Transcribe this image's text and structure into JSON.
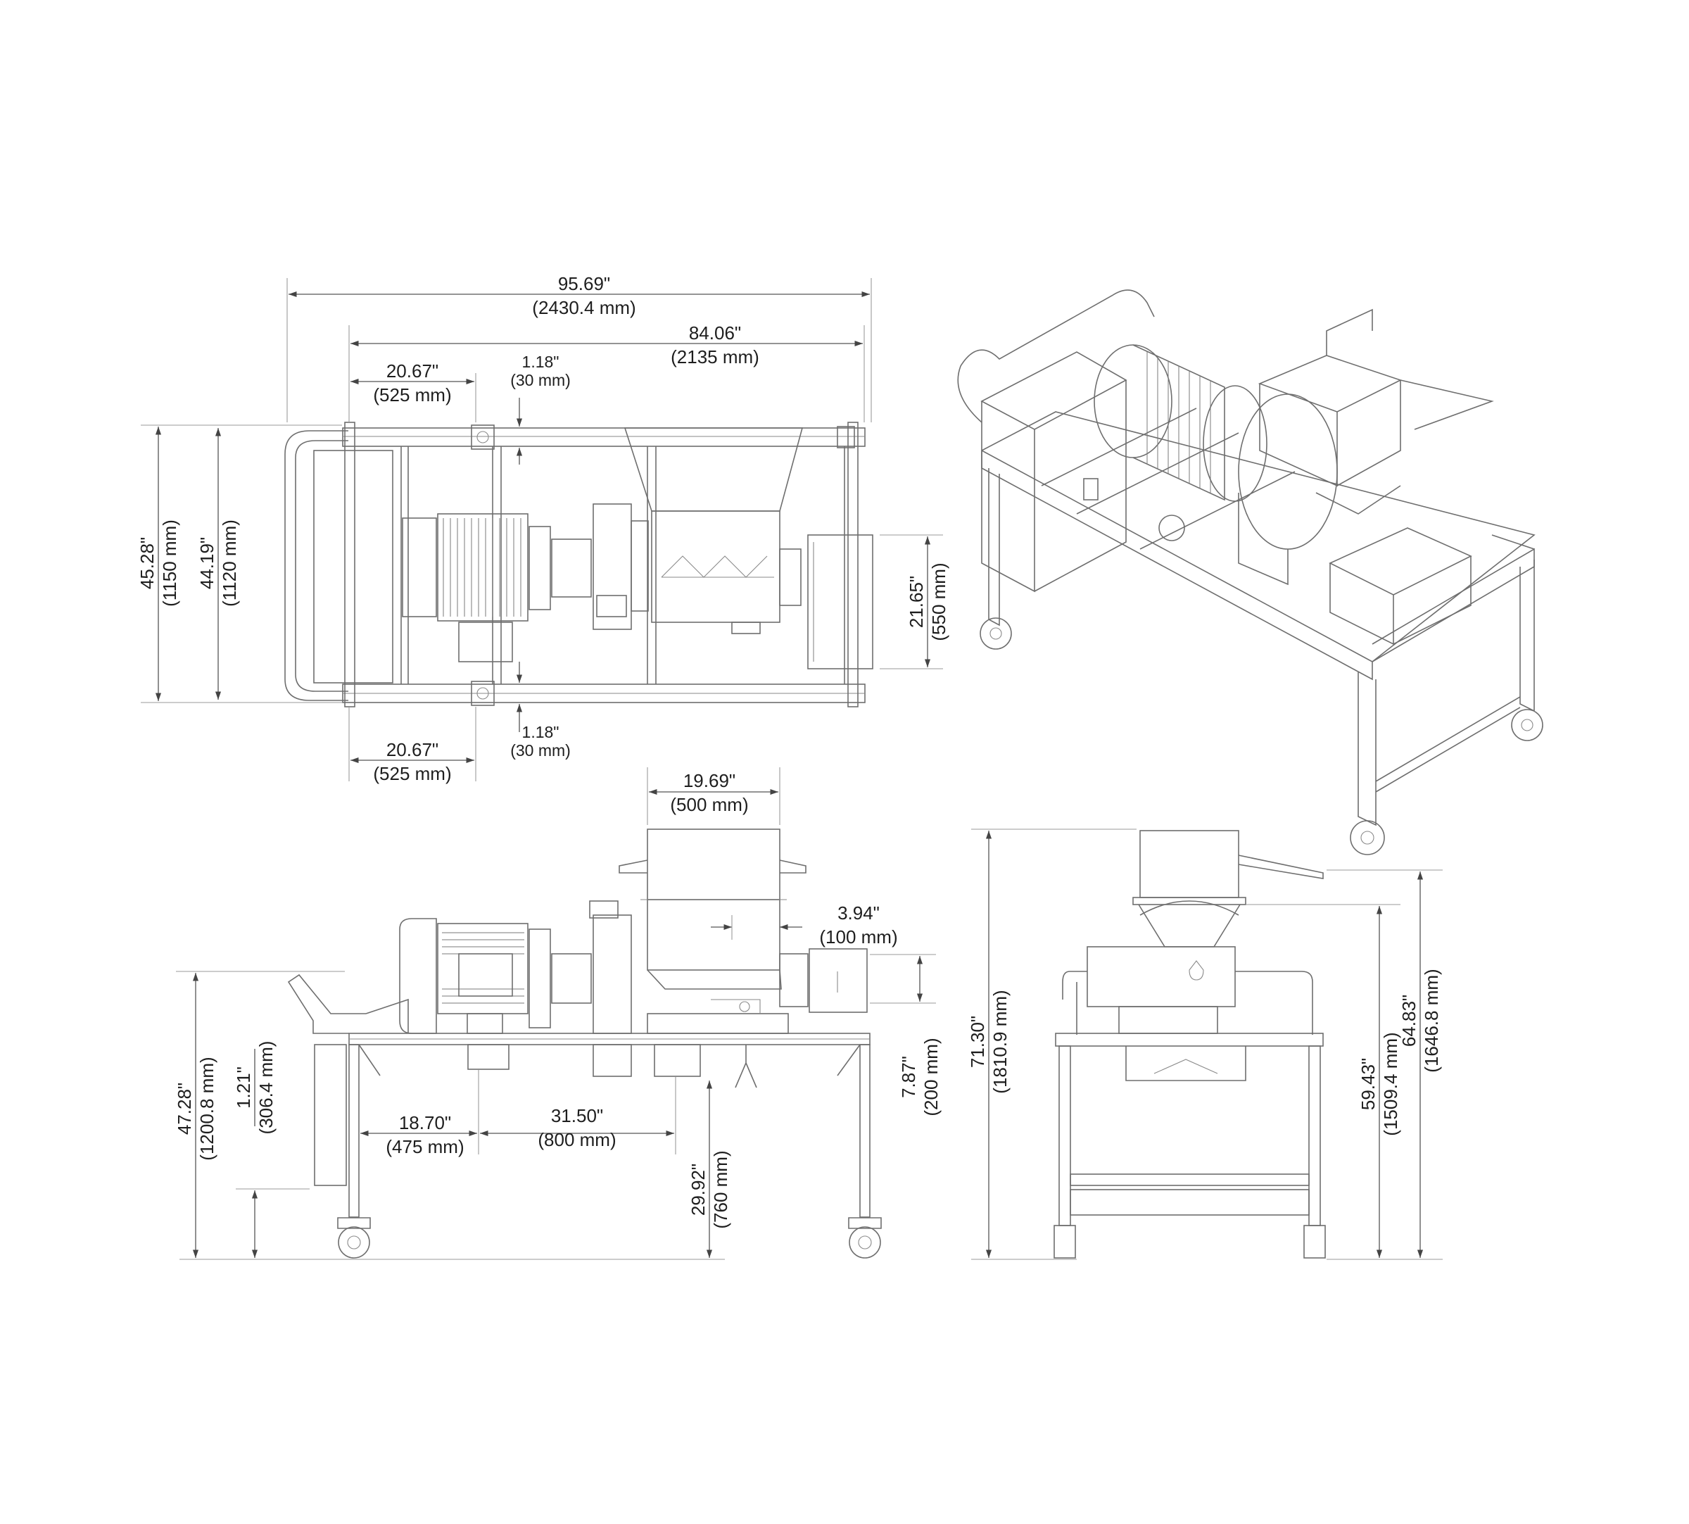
{
  "top_view": {
    "overall_length": {
      "imperial": "95.69\"",
      "metric": "(2430.4 mm)"
    },
    "frame_length": {
      "imperial": "84.06\"",
      "metric": "(2135 mm)"
    },
    "leg_offset_top": {
      "imperial": "20.67\"",
      "metric": "(525 mm)"
    },
    "leg_offset_bottom": {
      "imperial": "20.67\"",
      "metric": "(525 mm)"
    },
    "rail_gap_top": {
      "imperial": "1.18\"",
      "metric": "(30 mm)"
    },
    "rail_gap_bottom": {
      "imperial": "1.18\"",
      "metric": "(30 mm)"
    },
    "overall_width": {
      "imperial": "45.28\"",
      "metric": "(1150 mm)"
    },
    "frame_width": {
      "imperial": "44.19\"",
      "metric": "(1120 mm)"
    },
    "box_width": {
      "imperial": "21.65\"",
      "metric": "(550 mm)"
    }
  },
  "side_view": {
    "hopper_width": {
      "imperial": "19.69\"",
      "metric": "(500 mm)"
    },
    "hopper_offset": {
      "imperial": "3.94\"",
      "metric": "(100 mm)"
    },
    "outlet_height": {
      "imperial": "7.87\"",
      "metric": "(200 mm)"
    },
    "table_height": {
      "imperial": "47.28\"",
      "metric": "(1200.8 mm)"
    },
    "shelf_height": {
      "imperial": "1.21\"",
      "metric": "(306.4 mm)"
    },
    "leg_to_drop": {
      "imperial": "18.70\"",
      "metric": "(475 mm)"
    },
    "drop_spacing": {
      "imperial": "31.50\"",
      "metric": "(800 mm)"
    },
    "drop_height": {
      "imperial": "29.92\"",
      "metric": "(760 mm)"
    }
  },
  "end_view": {
    "overall_height": {
      "imperial": "71.30\"",
      "metric": "(1810.9 mm)"
    },
    "hopper_lip_height": {
      "imperial": "64.83\"",
      "metric": "(1646.8 mm)"
    },
    "feed_height": {
      "imperial": "59.43\"",
      "metric": "(1509.4 mm)"
    }
  }
}
